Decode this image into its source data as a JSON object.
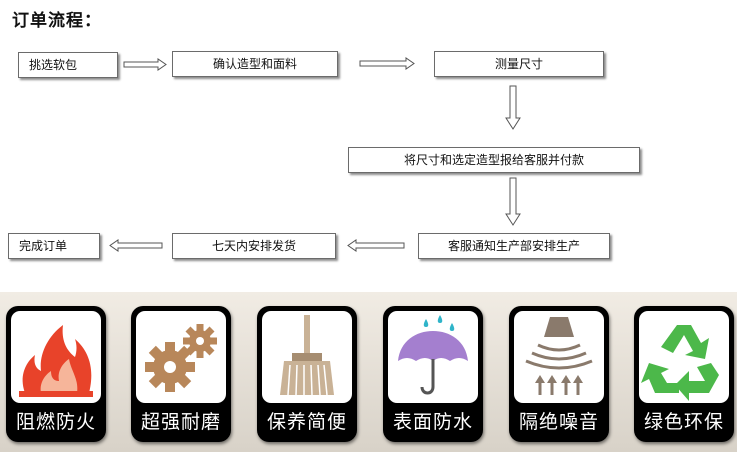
{
  "title": "订单流程：",
  "flow": {
    "steps": [
      "挑选软包",
      "确认造型和面料",
      "测量尺寸",
      "将尺寸和选定造型报给客服并付款",
      "客服通知生产部安排生产",
      "七天内安排发货",
      "完成订单"
    ]
  },
  "features": [
    {
      "label": "阻燃防火",
      "icon": "flame-icon"
    },
    {
      "label": "超强耐磨",
      "icon": "gears-icon"
    },
    {
      "label": "保养简便",
      "icon": "broom-icon"
    },
    {
      "label": "表面防水",
      "icon": "umbrella-icon"
    },
    {
      "label": "隔绝噪音",
      "icon": "soundproof-icon"
    },
    {
      "label": "绿色环保",
      "icon": "recycle-icon"
    }
  ],
  "colors": {
    "flame": "#e8432a",
    "gears": "#b8875a",
    "broom": "#c9b296",
    "umbrella": "#a47fcf",
    "rain": "#2fb4c9",
    "sound": "#8a7a6c",
    "recycle": "#4cb84a"
  }
}
